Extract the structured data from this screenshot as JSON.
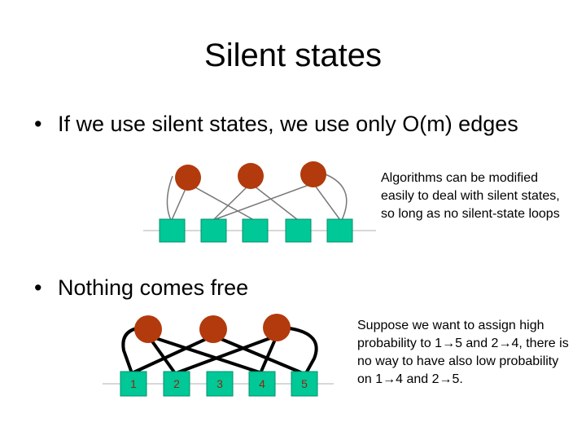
{
  "slide": {
    "title": "Silent states",
    "bullet1": "If we use silent states, we use only O(m) edges",
    "bullet2": "Nothing comes free",
    "bullet_marker": "•"
  },
  "note1": "Algorithms can be modified easily to deal with silent states, so long as no silent-state loops",
  "note2": "Suppose we want to assign high probability to 1→5 and 2→4, there is no way to have also low probability on 1→4 and 2→5.",
  "diagram2": {
    "labels": [
      "1",
      "2",
      "3",
      "4",
      "5"
    ]
  },
  "colors": {
    "silent_node": "#b23a0c",
    "state_node": "#00c896",
    "edge_light": "#777777",
    "edge_heavy": "#000000",
    "label": "#8a2a10"
  }
}
